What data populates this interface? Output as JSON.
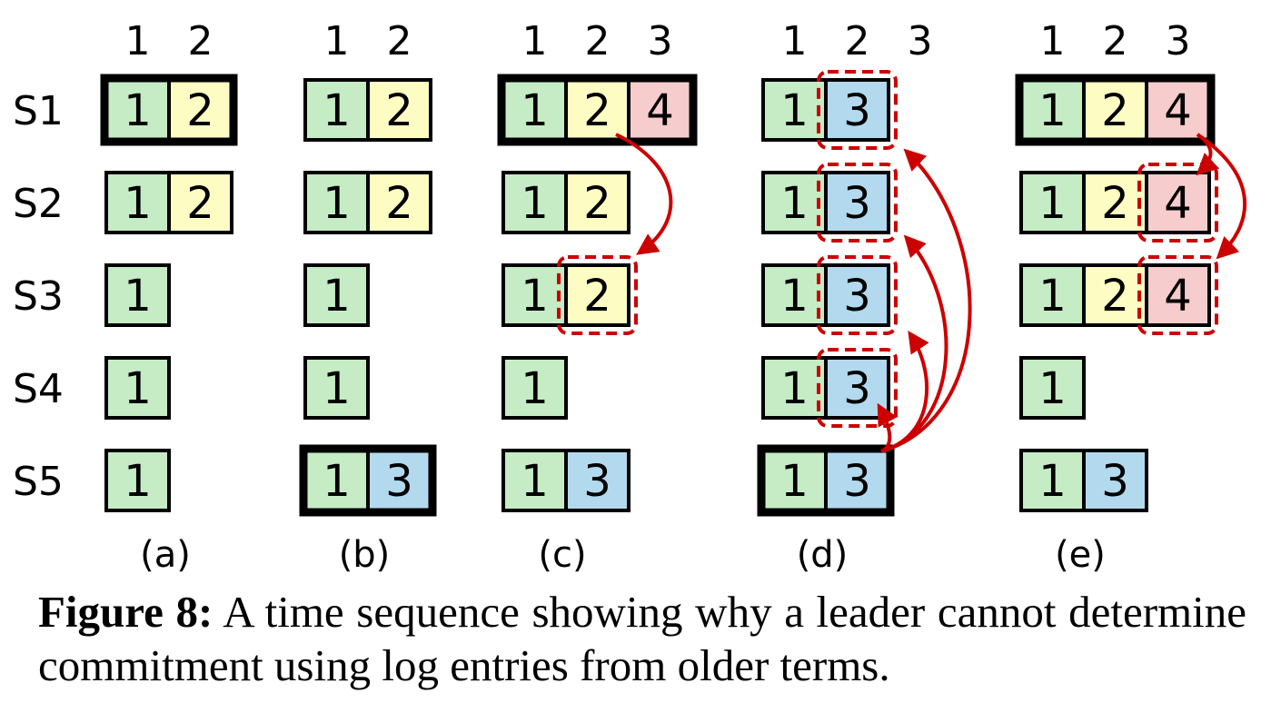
{
  "colors": {
    "1": "#c5ecc5",
    "2": "#fdfdc3",
    "3": "#b2d9ee",
    "4": "#f7cccc",
    "arrow": "#cc0000",
    "border": "#000000"
  },
  "server_labels": [
    "S1",
    "S2",
    "S3",
    "S4",
    "S5"
  ],
  "panels": [
    {
      "caption": "(a)",
      "index_labels": [
        "1",
        "2"
      ],
      "logs": [
        [
          "1",
          "2"
        ],
        [
          "1",
          "2"
        ],
        [
          "1"
        ],
        [
          "1"
        ],
        [
          "1"
        ]
      ],
      "leader": 0,
      "dashed": []
    },
    {
      "caption": "(b)",
      "index_labels": [
        "1",
        "2"
      ],
      "logs": [
        [
          "1",
          "2"
        ],
        [
          "1",
          "2"
        ],
        [
          "1"
        ],
        [
          "1"
        ],
        [
          "1",
          "3"
        ]
      ],
      "leader": 4,
      "dashed": []
    },
    {
      "caption": "(c)",
      "index_labels": [
        "1",
        "2",
        "3"
      ],
      "logs": [
        [
          "1",
          "2",
          "4"
        ],
        [
          "1",
          "2"
        ],
        [
          "1",
          "2"
        ],
        [
          "1"
        ],
        [
          "1",
          "3"
        ]
      ],
      "leader": 0,
      "dashed": [
        [
          2,
          1
        ]
      ]
    },
    {
      "caption": "(d)",
      "index_labels": [
        "1",
        "2",
        "3"
      ],
      "logs": [
        [
          "1",
          "3"
        ],
        [
          "1",
          "3"
        ],
        [
          "1",
          "3"
        ],
        [
          "1",
          "3"
        ],
        [
          "1",
          "3"
        ]
      ],
      "leader": 4,
      "dashed": [
        [
          0,
          1
        ],
        [
          1,
          1
        ],
        [
          2,
          1
        ],
        [
          3,
          1
        ]
      ]
    },
    {
      "caption": "(e)",
      "index_labels": [
        "1",
        "2",
        "3"
      ],
      "logs": [
        [
          "1",
          "2",
          "4"
        ],
        [
          "1",
          "2",
          "4"
        ],
        [
          "1",
          "2",
          "4"
        ],
        [
          "1"
        ],
        [
          "1",
          "3"
        ]
      ],
      "leader": 0,
      "dashed": [
        [
          1,
          2
        ],
        [
          2,
          2
        ]
      ]
    }
  ],
  "caption": {
    "label": "Figure 8:",
    "text": "A time sequence showing why a leader cannot determine commitment using log entries from older terms."
  }
}
